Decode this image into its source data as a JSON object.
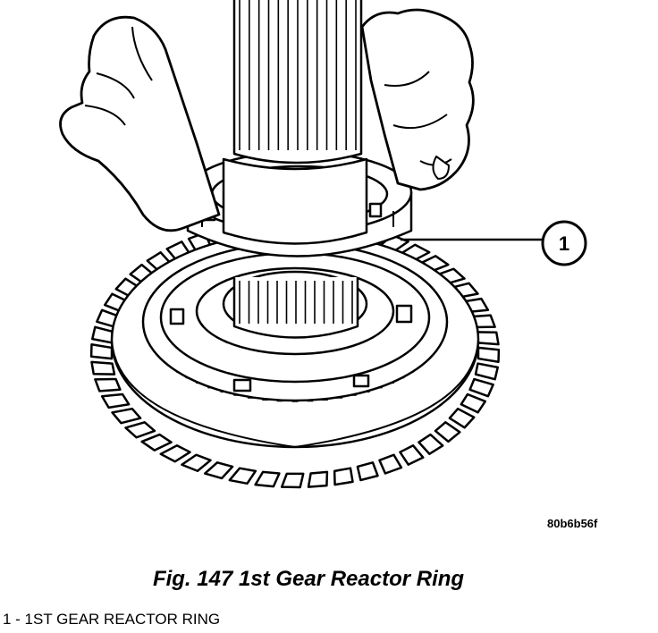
{
  "figure": {
    "image_code": "80b6b56f",
    "caption": "Fig. 147 1st Gear Reactor Ring",
    "callouts": [
      {
        "number": "1",
        "legend": "1 - 1ST GEAR REACTOR RING"
      }
    ]
  },
  "colors": {
    "ink": "#000000",
    "paper": "#ffffff"
  }
}
